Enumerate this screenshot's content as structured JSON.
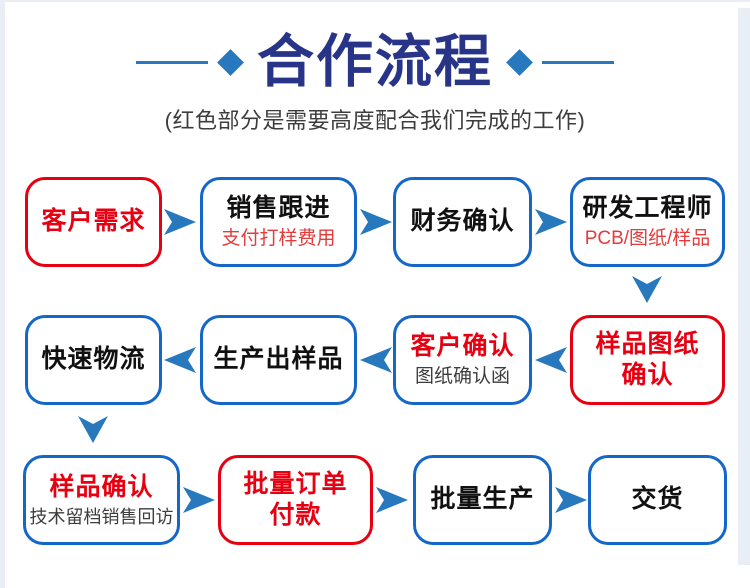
{
  "header": {
    "title": "合作流程",
    "subtitle": "(红色部分是需要高度配合我们完成的工作)"
  },
  "colors": {
    "title_navy": "#283488",
    "accent_blue": "#2878bd",
    "blue_border": "#1467c8",
    "red": "#e60012",
    "sub_red": "#e23c3c",
    "sub_gray": "#3d3d3d",
    "text_black": "#111111",
    "edge_band": "#e9edf4"
  },
  "flow": {
    "connectors": {
      "row1_direction": "right",
      "row1_to_row2": "down",
      "row2_direction": "left",
      "row2_to_row3": "down",
      "row3_direction": "right"
    },
    "rows": [
      {
        "boxes": [
          {
            "label": "客户需求",
            "sub": "",
            "border": "red",
            "label_color": "red"
          },
          {
            "label": "销售跟进",
            "sub": "支付打样费用",
            "border": "blue",
            "label_color": "black",
            "sub_color": "red"
          },
          {
            "label": "财务确认",
            "sub": "",
            "border": "blue",
            "label_color": "black"
          },
          {
            "label": "研发工程师",
            "sub": "PCB/图纸/样品",
            "border": "blue",
            "label_color": "black",
            "sub_color": "red"
          }
        ]
      },
      {
        "boxes": [
          {
            "label": "快速物流",
            "sub": "",
            "border": "blue",
            "label_color": "black"
          },
          {
            "label": "生产出样品",
            "sub": "",
            "border": "blue",
            "label_color": "black"
          },
          {
            "label": "客户确认",
            "sub": "图纸确认函",
            "border": "blue",
            "label_color": "red",
            "sub_color": "gray"
          },
          {
            "label": "样品图纸\n确认",
            "sub": "",
            "border": "red",
            "label_color": "red"
          }
        ]
      },
      {
        "boxes": [
          {
            "label": "样品确认",
            "sub": "技术留档销售回访",
            "border": "blue",
            "label_color": "red",
            "sub_color": "gray"
          },
          {
            "label": "批量订单\n付款",
            "sub": "",
            "border": "red",
            "label_color": "red"
          },
          {
            "label": "批量生产",
            "sub": "",
            "border": "blue",
            "label_color": "black"
          },
          {
            "label": "交货",
            "sub": "",
            "border": "blue",
            "label_color": "black"
          }
        ]
      }
    ]
  }
}
